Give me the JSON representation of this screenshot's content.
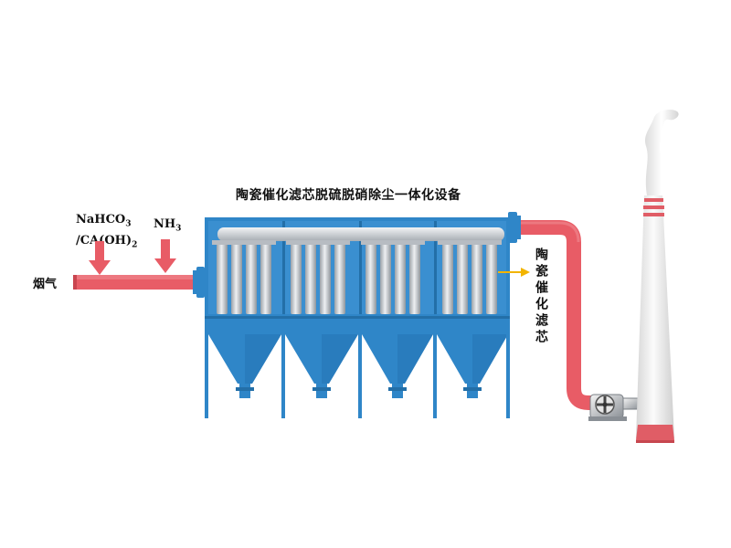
{
  "title": "陶瓷催化滤芯脱硫脱硝除尘一体化设备",
  "labels": {
    "flue_gas": "烟气",
    "reagent_1_line1_main": "NaHCO",
    "reagent_1_line1_sub": "3",
    "reagent_1_line2_main": "/CA(OH)",
    "reagent_1_line2_sub": "2",
    "reagent_2_main": "NH",
    "reagent_2_sub": "3",
    "filter_element": "陶瓷催化滤芯"
  },
  "colors": {
    "vessel_blue": "#2f86c8",
    "pipe_red": "#e85c66",
    "arrow_red": "#e85c66",
    "indicator_yellow": "#f2b400",
    "filter_gray": "#c9cdd2",
    "chimney_white": "#ececec",
    "chimney_stripe": "#e05d66"
  },
  "icons": {
    "fan": "centrifugal-fan-icon"
  }
}
